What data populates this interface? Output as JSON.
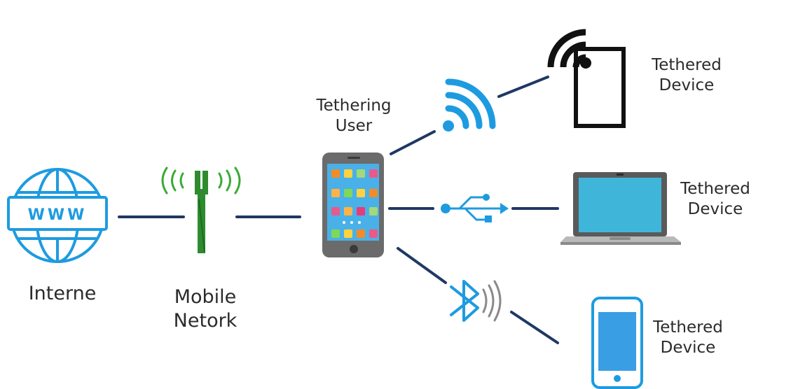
{
  "nodes": {
    "internet": {
      "label": "Interne",
      "icon": "globe-www-icon",
      "icon_text": "WWW"
    },
    "mobile_network": {
      "label_line1": "Mobile",
      "label_line2": "Netork",
      "icon": "cell-tower-icon"
    },
    "tethering_user": {
      "label_line1": "Tethering",
      "label_line2": "User",
      "icon": "smartphone-icon"
    },
    "tethered_tablet": {
      "label_line1": "Tethered",
      "label_line2": "Device",
      "icon": "tablet-hotspot-icon"
    },
    "tethered_laptop": {
      "label_line1": "Tethered",
      "label_line2": "Device",
      "icon": "laptop-icon"
    },
    "tethered_phone": {
      "label_line1": "Tethered",
      "label_line2": "Device",
      "icon": "phone-icon"
    }
  },
  "connections": [
    {
      "from": "internet",
      "to": "mobile_network"
    },
    {
      "from": "mobile_network",
      "to": "tethering_user"
    },
    {
      "from": "tethering_user",
      "to": "tethered_tablet",
      "via": "wifi-icon"
    },
    {
      "from": "tethering_user",
      "to": "tethered_laptop",
      "via": "usb-icon"
    },
    {
      "from": "tethering_user",
      "to": "tethered_phone",
      "via": "bluetooth-icon"
    }
  ],
  "colors": {
    "line": "#1f3864",
    "accent_blue": "#1e9be0",
    "tower_green": "#2e9b2e",
    "phone_body": "#7a7a7a",
    "phone_screen": "#4ab0e8",
    "laptop_screen": "#3fb6d9"
  }
}
